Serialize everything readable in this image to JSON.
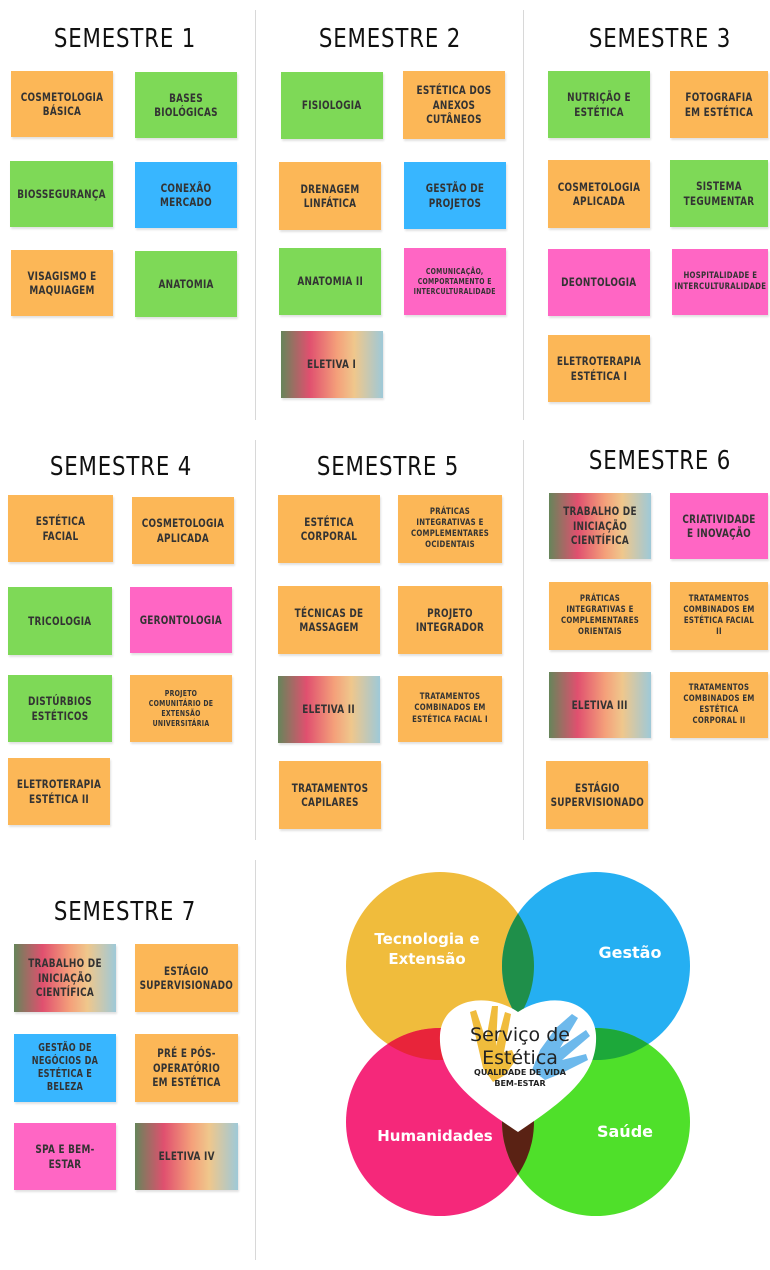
{
  "semesters": [
    {
      "title": "SEMESTRE 1",
      "courses": [
        {
          "label": "COSMETOLOGIA BÁSICA",
          "color": "orange"
        },
        {
          "label": "BASES BIOLÓGICAS",
          "color": "green"
        },
        {
          "label": "BIOSSEGURANÇA",
          "color": "green"
        },
        {
          "label": "CONEXÃO MERCADO",
          "color": "blue"
        },
        {
          "label": "VISAGISMO E MAQUIAGEM",
          "color": "orange"
        },
        {
          "label": "ANATOMIA",
          "color": "green"
        }
      ]
    },
    {
      "title": "SEMESTRE 2",
      "courses": [
        {
          "label": "FISIOLOGIA",
          "color": "green"
        },
        {
          "label": "ESTÉTICA DOS ANEXOS CUTÂNEOS",
          "color": "orange"
        },
        {
          "label": "DRENAGEM LINFÁTICA",
          "color": "orange"
        },
        {
          "label": "GESTÃO DE PROJETOS",
          "color": "blue"
        },
        {
          "label": "ANATOMIA II",
          "color": "green"
        },
        {
          "label": "COMUNICAÇÃO, COMPORTAMENTO E INTERCULTURALIDADE",
          "color": "pink"
        },
        {
          "label": "ELETIVA I",
          "color": "gradient"
        }
      ]
    },
    {
      "title": "SEMESTRE 3",
      "courses": [
        {
          "label": "NUTRIÇÃO E ESTÉTICA",
          "color": "green"
        },
        {
          "label": "FOTOGRAFIA EM ESTÉTICA",
          "color": "orange"
        },
        {
          "label": "COSMETOLOGIA APLICADA",
          "color": "orange"
        },
        {
          "label": "SISTEMA TEGUMENTAR",
          "color": "green"
        },
        {
          "label": "DEONTOLOGIA",
          "color": "pink"
        },
        {
          "label": "HOSPITALIDADE E INTERCULTURALIDADE",
          "color": "pink"
        },
        {
          "label": "ELETROTERAPIA ESTÉTICA I",
          "color": "orange"
        }
      ]
    },
    {
      "title": "SEMESTRE 4",
      "courses": [
        {
          "label": "ESTÉTICA FACIAL",
          "color": "orange"
        },
        {
          "label": "COSMETOLOGIA APLICADA",
          "color": "orange"
        },
        {
          "label": "TRICOLOGIA",
          "color": "green"
        },
        {
          "label": "GERONTOLOGIA",
          "color": "pink"
        },
        {
          "label": "DISTÚRBIOS ESTÉTICOS",
          "color": "green"
        },
        {
          "label": "PROJETO COMUNITÁRIO DE EXTENSÃO UNIVERSITÁRIA",
          "color": "orange"
        },
        {
          "label": "ELETROTERAPIA ESTÉTICA II",
          "color": "orange"
        }
      ]
    },
    {
      "title": "SEMESTRE 5",
      "courses": [
        {
          "label": "ESTÉTICA CORPORAL",
          "color": "orange"
        },
        {
          "label": "PRÁTICAS INTEGRATIVAS E COMPLEMENTARES OCIDENTAIS",
          "color": "orange"
        },
        {
          "label": "TÉCNICAS DE MASSAGEM",
          "color": "orange"
        },
        {
          "label": "PROJETO INTEGRADOR",
          "color": "orange"
        },
        {
          "label": "ELETIVA II",
          "color": "gradient"
        },
        {
          "label": "TRATAMENTOS COMBINADOS EM ESTÉTICA FACIAL I",
          "color": "orange"
        },
        {
          "label": "TRATAMENTOS CAPILARES",
          "color": "orange"
        }
      ]
    },
    {
      "title": "SEMESTRE 6",
      "courses": [
        {
          "label": "TRABALHO DE INICIAÇÃO CIENTÍFICA",
          "color": "gradient"
        },
        {
          "label": "CRIATIVIDADE E INOVAÇÃO",
          "color": "pink"
        },
        {
          "label": "PRÁTICAS INTEGRATIVAS E COMPLEMENTARES ORIENTAIS",
          "color": "orange"
        },
        {
          "label": "TRATAMENTOS COMBINADOS EM ESTÉTICA FACIAL II",
          "color": "orange"
        },
        {
          "label": "ELETIVA III",
          "color": "gradient"
        },
        {
          "label": "TRATAMENTOS COMBINADOS EM ESTÉTICA CORPORAL II",
          "color": "orange"
        },
        {
          "label": "ESTÁGIO SUPERVISIONADO",
          "color": "orange"
        }
      ]
    },
    {
      "title": "SEMESTRE 7",
      "courses": [
        {
          "label": "TRABALHO DE INICIAÇÃO CIENTÍFICA",
          "color": "gradient"
        },
        {
          "label": "ESTÁGIO SUPERVISIONADO",
          "color": "orange"
        },
        {
          "label": "GESTÃO DE NEGÓCIOS DA ESTÉTICA E BELEZA",
          "color": "blue"
        },
        {
          "label": "PRÉ E PÓS-OPERATÓRIO EM ESTÉTICA",
          "color": "orange"
        },
        {
          "label": "SPA E BEM-ESTAR",
          "color": "pink"
        },
        {
          "label": "ELETIVA IV",
          "color": "gradient"
        }
      ]
    }
  ],
  "venn": {
    "circles": [
      {
        "label": "Tecnologia e Extensão",
        "color": "#f0bc3c"
      },
      {
        "label": "Gestão",
        "color": "#25aff2"
      },
      {
        "label": "Humanidades",
        "color": "#f5287a"
      },
      {
        "label": "Saúde",
        "color": "#4fe02a"
      }
    ],
    "center_title": "Serviço de Estética",
    "center_subtitle_1": "QUALIDADE DE VIDA",
    "center_subtitle_2": "BEM-ESTAR"
  },
  "colors": {
    "orange": "#fcb757",
    "green": "#7ed957",
    "blue": "#38b6ff",
    "pink": "#ff66c4"
  }
}
